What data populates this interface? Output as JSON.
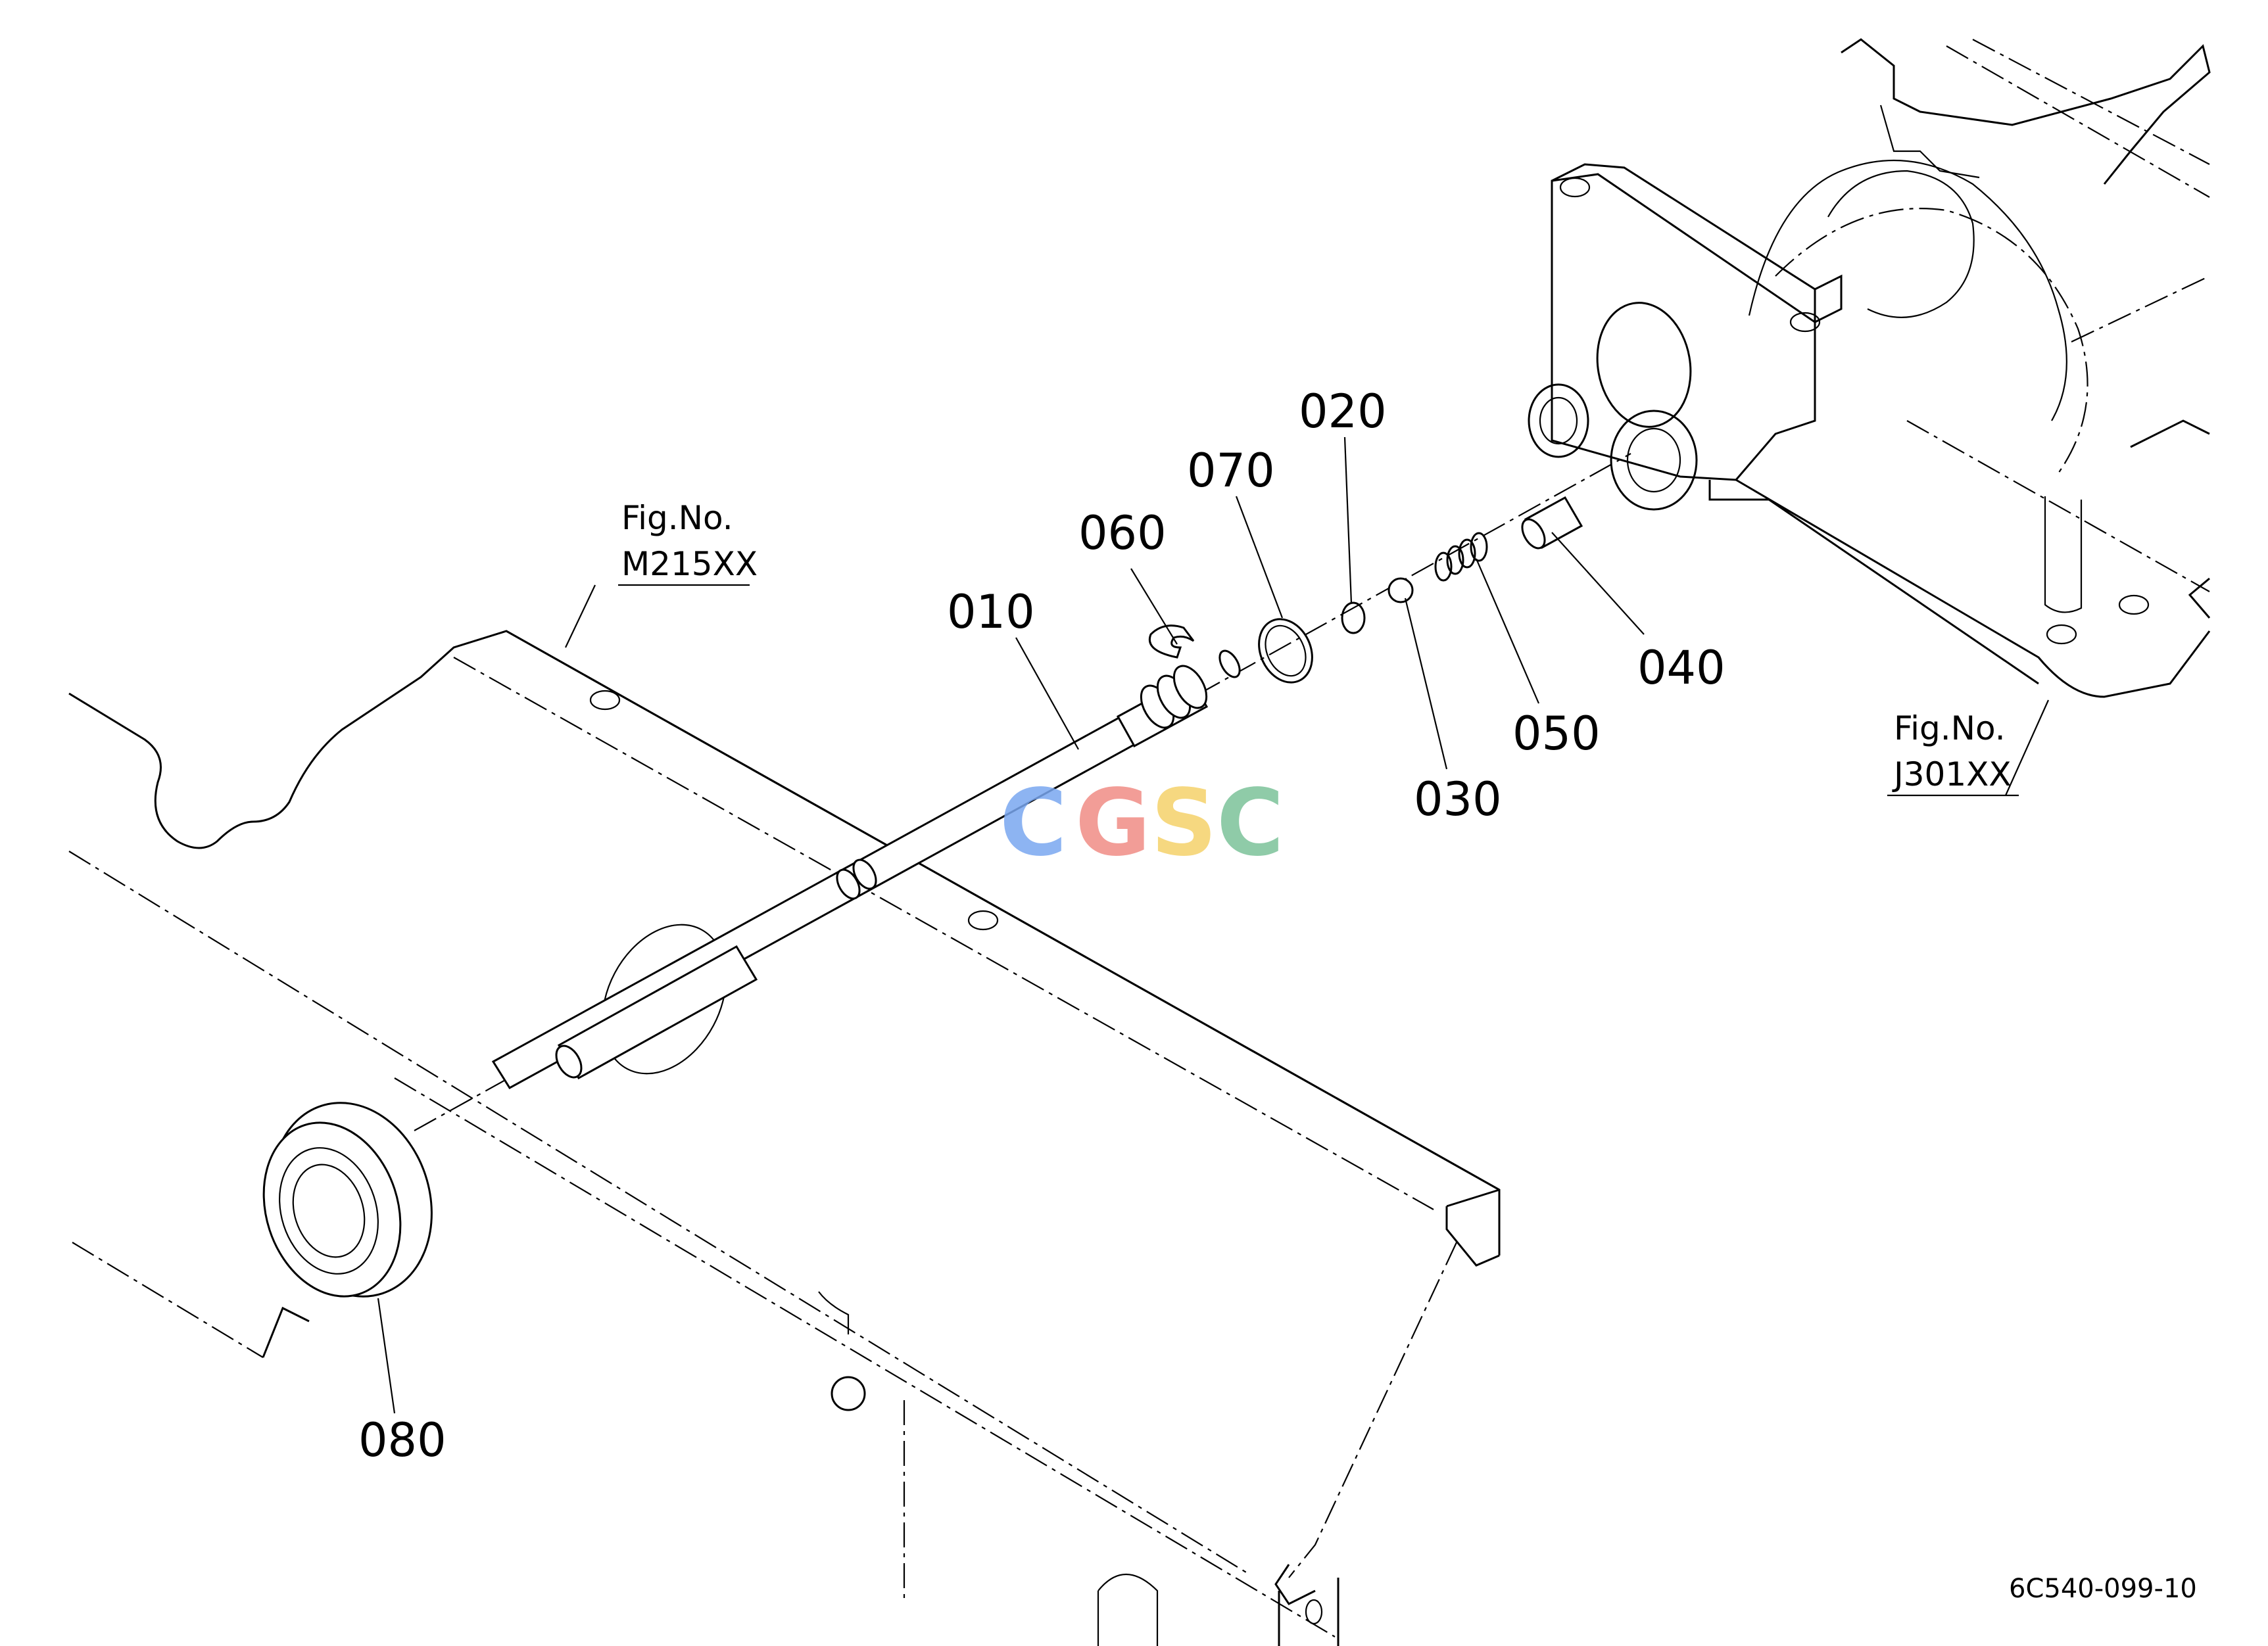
{
  "parts": [
    {
      "id": "part-010",
      "label": "010"
    },
    {
      "id": "part-020",
      "label": "020"
    },
    {
      "id": "part-030",
      "label": "030"
    },
    {
      "id": "part-040",
      "label": "040"
    },
    {
      "id": "part-050",
      "label": "050"
    },
    {
      "id": "part-060",
      "label": "060"
    },
    {
      "id": "part-070",
      "label": "070"
    },
    {
      "id": "part-080",
      "label": "080"
    }
  ],
  "fig_refs": {
    "left": {
      "line1": "Fig.No.",
      "line2": "M215XX"
    },
    "right": {
      "line1": "Fig.No.",
      "line2": "J301XX"
    }
  },
  "diagram_code": "6C540-099-10",
  "watermark": {
    "letters": [
      "C",
      "G",
      "S",
      "C"
    ],
    "colors": [
      "#7aa7f0",
      "#f08c86",
      "#f5d26b",
      "#7cc29a"
    ]
  }
}
